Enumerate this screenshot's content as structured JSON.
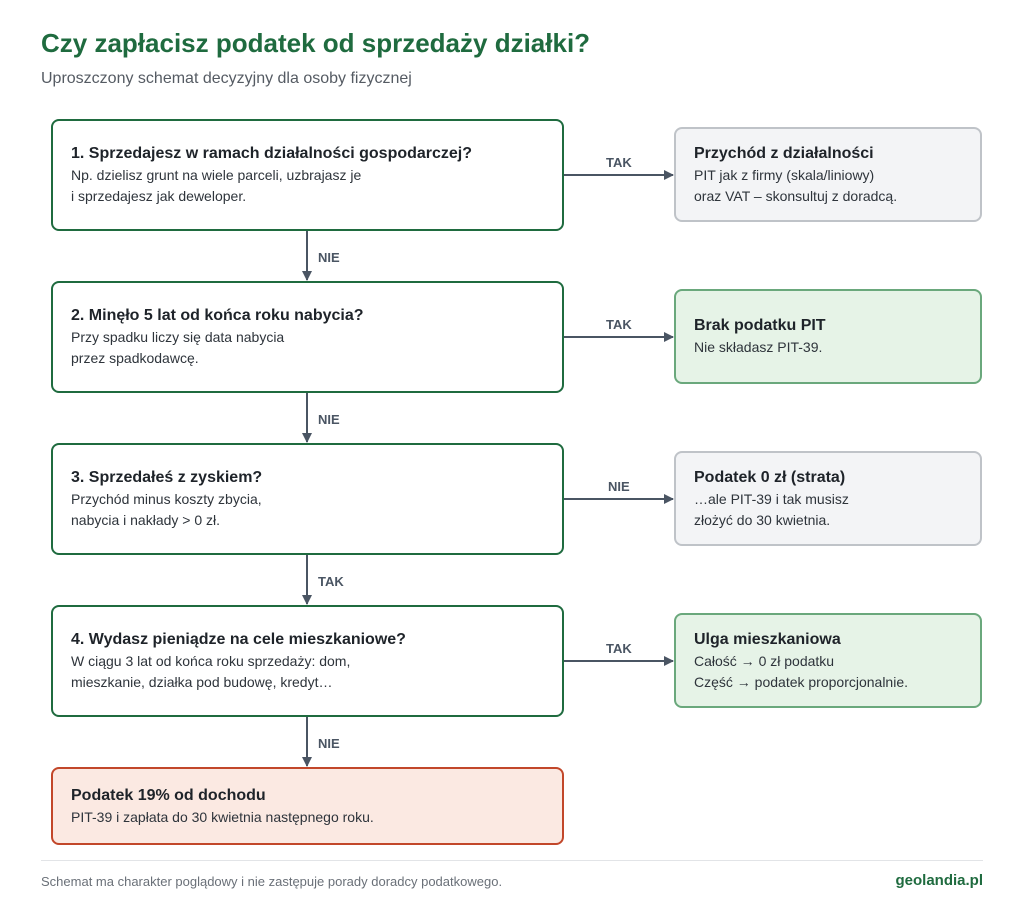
{
  "header": {
    "title": "Czy zapłacisz podatek od sprzedaży działki?",
    "subtitle": "Uproszczony schemat decyzyjny dla osoby fizycznej"
  },
  "questions": [
    {
      "title": "1. Sprzedajesz w ramach działalności gospodarczej?",
      "lines": [
        "Np. dzielisz grunt na wiele parceli, uzbrajasz je",
        "i sprzedajesz jak deweloper."
      ],
      "side_label": "TAK",
      "down_label": "NIE"
    },
    {
      "title": "2. Minęło 5 lat od końca roku nabycia?",
      "lines": [
        "Przy spadku liczy się data nabycia",
        "przez spadkodawcę."
      ],
      "side_label": "TAK",
      "down_label": "NIE"
    },
    {
      "title": "3. Sprzedałeś z zyskiem?",
      "lines": [
        "Przychód minus koszty zbycia,",
        "nabycia i nakłady > 0 zł."
      ],
      "side_label": "NIE",
      "down_label": "TAK"
    },
    {
      "title": "4. Wydasz pieniądze na cele mieszkaniowe?",
      "lines": [
        "W ciągu 3 lat od końca roku sprzedaży: dom,",
        "mieszkanie, działka pod budowę, kredyt…"
      ],
      "side_label": "TAK",
      "down_label": "NIE"
    }
  ],
  "outcomes": [
    {
      "title": "Przychód z działalności",
      "lines": [
        "PIT jak z firmy (skala/liniowy)",
        "oraz VAT – skonsultuj z doradcą."
      ],
      "style": "neutral"
    },
    {
      "title": "Brak podatku PIT",
      "lines": [
        "Nie składasz PIT-39."
      ],
      "style": "positive"
    },
    {
      "title": "Podatek 0 zł (strata)",
      "lines": [
        "…ale PIT-39 i tak musisz",
        "złożyć do 30 kwietnia."
      ],
      "style": "neutral"
    },
    {
      "title": "Ulga mieszkaniowa",
      "lines": [
        "Całość → 0 zł podatku",
        "Część → podatek proporcjonalnie."
      ],
      "style": "positive"
    }
  ],
  "final": {
    "title": "Podatek 19% od dochodu",
    "lines": [
      "PIT-39 i zapłata do 30 kwietnia następnego roku."
    ]
  },
  "footer": {
    "note": "Schemat ma charakter poglądowy i nie zastępuje porady doradcy podatkowego.",
    "brand": "geolandia.pl"
  },
  "colors": {
    "question_border": "#1f6b3f",
    "positive_fill": "#e6f3e7",
    "neutral_fill": "#f3f4f6",
    "final_border": "#c2472a",
    "final_fill": "#fbe9e2",
    "connector": "#4a5563"
  }
}
